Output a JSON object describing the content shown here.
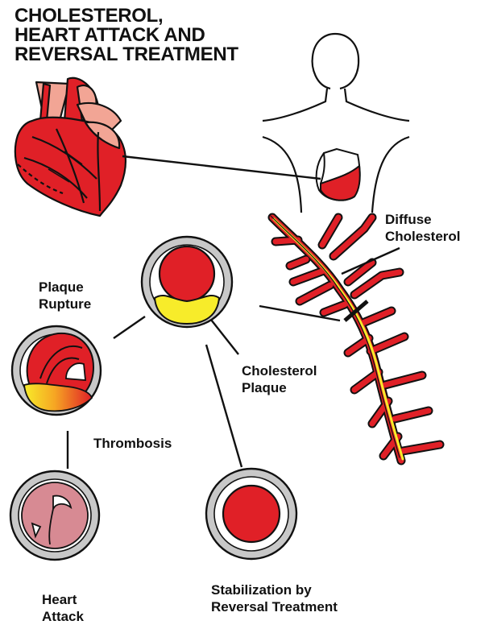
{
  "title": {
    "line1": "CHOLESTEROL,",
    "line2": "HEART ATTACK AND",
    "line3": "REVERSAL TREATMENT"
  },
  "labels": {
    "diffuse_line1": "Diffuse",
    "diffuse_line2": "Cholesterol",
    "plaque_rupture_line1": "Plaque",
    "plaque_rupture_line2": "Rupture",
    "cholesterol_plaque_line1": "Cholesterol",
    "cholesterol_plaque_line2": "Plaque",
    "thrombosis": "Thrombosis",
    "heart_attack_line1": "Heart",
    "heart_attack_line2": "Attack",
    "stabilization_line1": "Stabilization by",
    "stabilization_line2": "Reversal Treatment"
  },
  "colors": {
    "artery_red": "#e02027",
    "plaque_yellow": "#f7ec2a",
    "vessel_wall_gray": "#c8c8c8",
    "heart_pink": "#f2a595",
    "infarct_pink": "#d78a93",
    "outline": "#111111"
  }
}
